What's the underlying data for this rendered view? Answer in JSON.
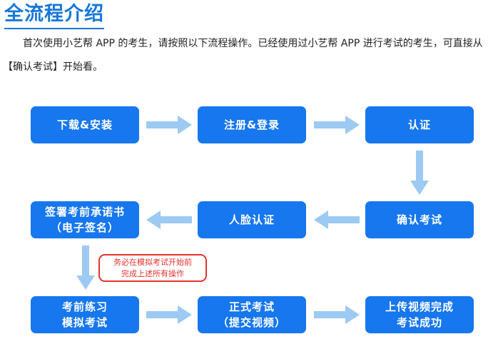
{
  "heading": "全流程介绍",
  "intro": {
    "line1": "首次使用小艺帮 APP 的考生，请按照以下流程操作。已经使用过小艺帮 APP 进行考试的考生，可直接从",
    "line2": "【确认考试】开始看。"
  },
  "colors": {
    "heading": "#1677d8",
    "step_fill": "#1677ee",
    "arrow": "#9ccaf2",
    "note_border": "#e5322d"
  },
  "steps": [
    {
      "lines": [
        "下载&安装"
      ]
    },
    {
      "lines": [
        "注册&登录"
      ]
    },
    {
      "lines": [
        "认证"
      ]
    },
    {
      "lines": [
        "确认考试"
      ]
    },
    {
      "lines": [
        "人脸认证"
      ]
    },
    {
      "lines": [
        "签署考前承诺书",
        "（电子签名）"
      ]
    },
    {
      "lines": [
        "考前练习",
        "模拟考试"
      ]
    },
    {
      "lines": [
        "正式考试",
        "（提交视频）"
      ]
    },
    {
      "lines": [
        "上传视频完成",
        "考试成功"
      ]
    }
  ],
  "note": {
    "line1": "务必在模拟考试开始前",
    "line2": "完成上述所有操作"
  }
}
